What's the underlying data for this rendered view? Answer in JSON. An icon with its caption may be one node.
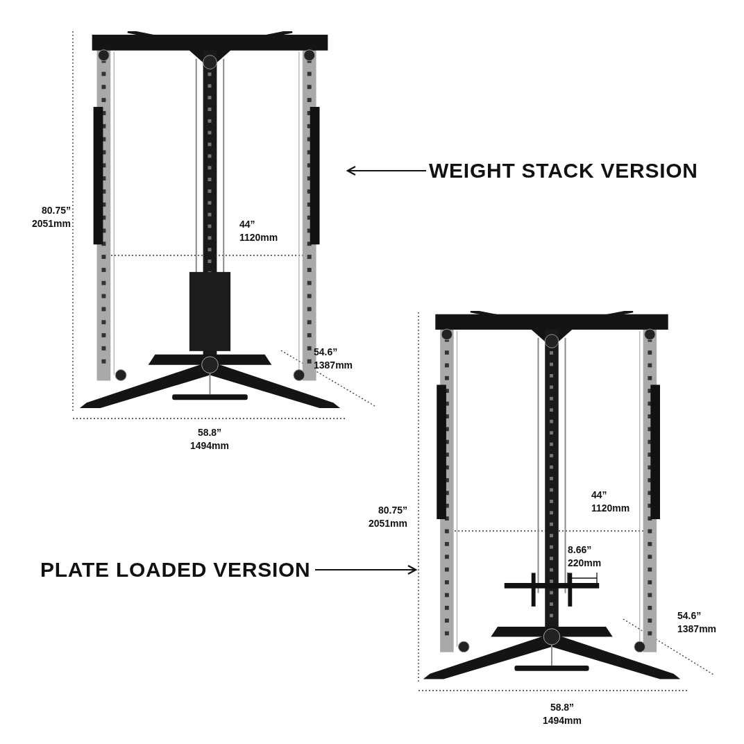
{
  "diagram": {
    "nodes": [
      {
        "text": [],
        "shape": "picture"
      },
      {
        "text": [
          "WEIGHT STACK VERSION"
        ]
      },
      {
        "text": [
          "PLATE LOADED VERSION"
        ]
      },
      {
        "text": [],
        "shape": "picture"
      }
    ],
    "edges": [
      {
        "from": 1,
        "to": 0,
        "arrow": "to"
      },
      {
        "from": 2,
        "to": 3,
        "arrow": "to"
      }
    ],
    "labels": [
      "80.75” 2051mm",
      "44” 1120mm",
      "54.6” 1387mm",
      "58.8” 1494mm",
      "80.75” 2051mm",
      "44” 1120mm",
      "8.66” 220mm",
      "54.6” 1387mm",
      "58.8” 1494mm"
    ]
  }
}
